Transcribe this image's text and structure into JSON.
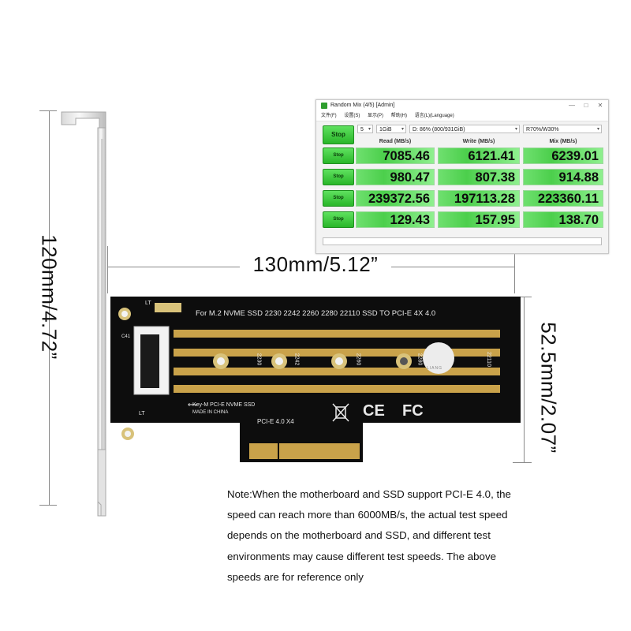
{
  "dimensions": {
    "height_label": "120mm/4.72”",
    "width_label": "130mm/5.12”",
    "pcb_height_label": "52.5mm/2.07”"
  },
  "benchmark": {
    "window_title": "Random Mix (4/5) [Admin]",
    "window_controls": {
      "minimize": "—",
      "maximize": "□",
      "close": "✕"
    },
    "menu": [
      "文件(F)",
      "设置(S)",
      "显示(P)",
      "帮助(H)",
      "语言(L)(Language)"
    ],
    "controls": {
      "count": "5",
      "size": "1GiB",
      "drive": "D: 86% (800/931GiB)",
      "mix": "R70%/W30%"
    },
    "all_button": "Stop",
    "columns": [
      "Read (MB/s)",
      "Write (MB/s)",
      "Mix (MB/s)"
    ],
    "rows": [
      {
        "button": "Stop",
        "read": "7085.46",
        "write": "6121.41",
        "mix": "6239.01"
      },
      {
        "button": "Stop",
        "read": "980.47",
        "write": "807.38",
        "mix": "914.88"
      },
      {
        "button": "Stop",
        "read": "239372.56",
        "write": "197113.28",
        "mix": "223360.11"
      },
      {
        "button": "Stop",
        "read": "129.43",
        "write": "157.95",
        "mix": "138.70"
      }
    ]
  },
  "pcb": {
    "heading": "For M.2 NVME SSD 2230 2242 2260 2280 22110 SSD TO PCI-E 4X 4.0",
    "size_marks": [
      "2230",
      "2242",
      "2260",
      "2280",
      "22110"
    ],
    "key_label": "Key-M PCI-E NVME SSD",
    "made_in": "MADE IN CHINA",
    "interface": "PCI-E 4.0  X4",
    "silk_lt_top": "LT",
    "silk_lt_bottom": "LT",
    "silk_c": "C41",
    "cert_ce": "CE",
    "cert_fc": "FC",
    "logo_letters": "LIANG",
    "colors": {
      "board": "#0d0d0d",
      "gold": "#c9a24a",
      "silk": "#e8e8e8"
    }
  },
  "note": {
    "lines": [
      "Note:When the motherboard and SSD support PCI-E 4.0, the",
      "speed can reach more than 6000MB/s, the actual test speed",
      "depends on the motherboard and SSD, and different test",
      "environments may cause different test speeds. The above",
      "speeds are for reference only"
    ]
  }
}
